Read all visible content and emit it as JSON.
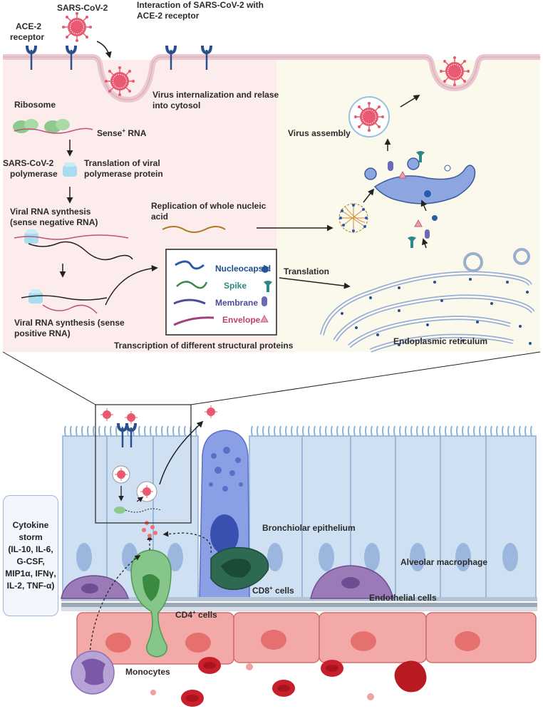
{
  "labels": {
    "sars_cov2": "SARS-CoV-2",
    "interaction_line1": "Interaction of SARS-CoV-2 with",
    "interaction_line2": "ACE-2 receptor",
    "ace2_line1": "ACE-2",
    "ace2_line2": "receptor",
    "internalization_line1": "Virus internalization and relase",
    "internalization_line2": "into cytosol",
    "ribosome": "Ribosome",
    "sense_rna": "Sense",
    "sense_rna_sup": "+",
    "sense_rna_tail": " RNA",
    "polymerase_line1": "SARS-CoV-2",
    "polymerase_line2": "polymerase",
    "translation_polymerase_line1": "Translation of viral",
    "translation_polymerase_line2": "polymerase protein",
    "viral_rna_neg_line1": "Viral RNA synthesis",
    "viral_rna_neg_line2": "(sense negative RNA)",
    "replication_line1": "Replication of whole nucleic",
    "replication_line2": "acid",
    "viral_rna_pos_line1": "Viral RNA synthesis (sense",
    "viral_rna_pos_line2": "positive RNA)",
    "transcription": "Transcription of different structural proteins",
    "translation": "Translation",
    "virus_assembly": "Virus assembly",
    "er": "Endoplasmic reticulum",
    "bronchiolar": "Bronchiolar epithelium",
    "alveolar": "Alveolar macrophage",
    "cd8": "CD8",
    "cd8_sup": "+",
    "cd8_tail": " cells",
    "endothelial": "Endothelial cells",
    "cd4": "CD4",
    "cd4_sup": "+",
    "cd4_tail": " cells",
    "monocytes": "Monocytes"
  },
  "legend": [
    {
      "name": "Nucleocapsid",
      "color": "#1f4e8c"
    },
    {
      "name": "Spike",
      "color": "#2a8a8a"
    },
    {
      "name": "Membrane",
      "color": "#4b4b9a"
    },
    {
      "name": "Envelope",
      "color": "#c0406a"
    }
  ],
  "cytokine": {
    "lines": [
      "Cytokine",
      "storm",
      "(IL-10, IL-6,",
      "G-CSF,",
      "MIP1α, IFNγ,",
      "IL-2, TNF-α)"
    ]
  },
  "colors": {
    "cytosol_pink": "#fcecec",
    "er_yellow": "#fbf8ec",
    "membrane": "#e9c9cf",
    "virus": "#e85a72",
    "epithelium": "#cfe0f3",
    "goblet": "#8b9fe6",
    "endothelial": "#f2a9a7",
    "rbc": "#c8202b"
  }
}
